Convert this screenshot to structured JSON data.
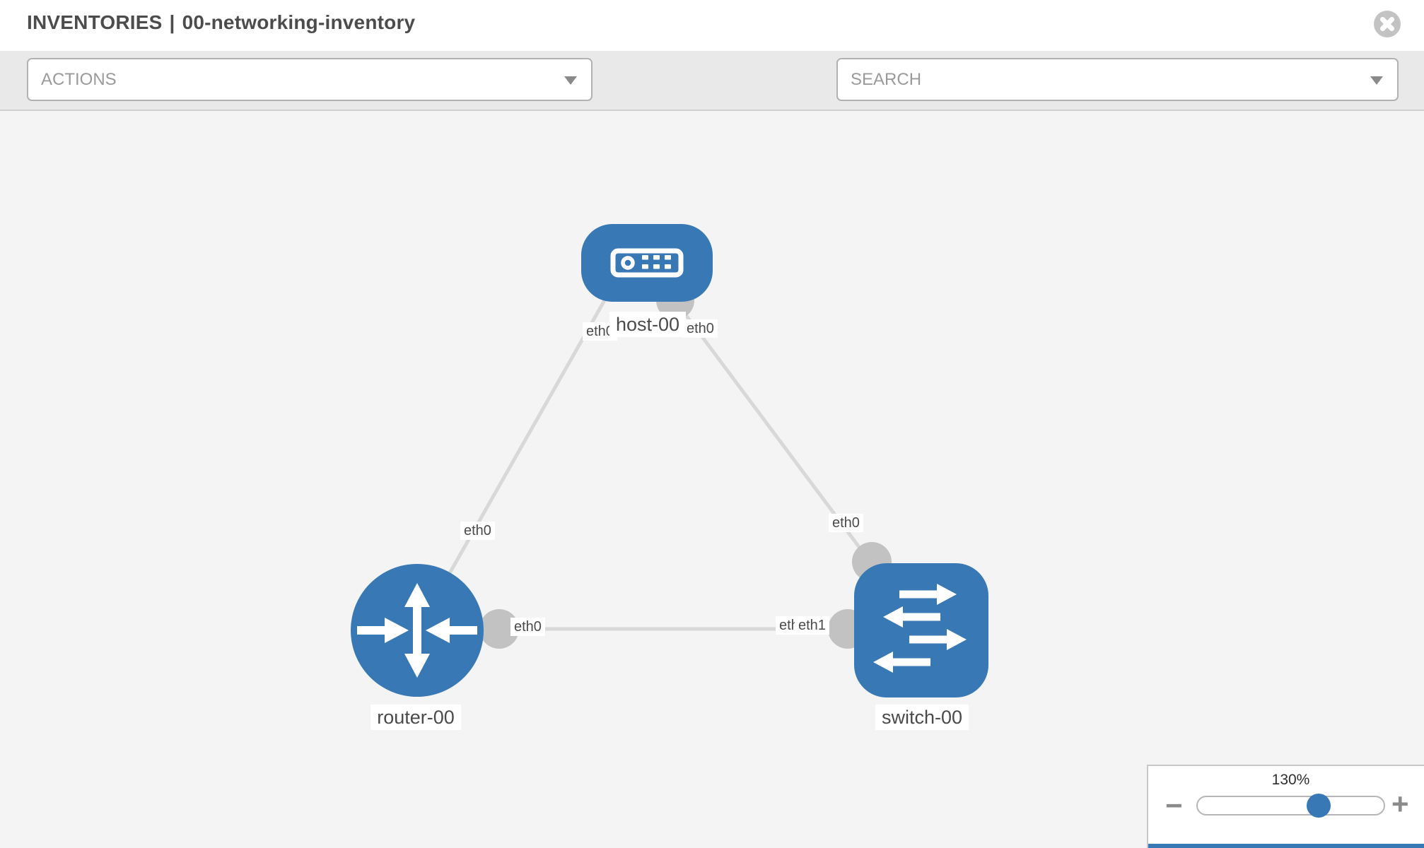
{
  "header": {
    "section": "INVENTORIES",
    "separator": "|",
    "inventory_name": "00-networking-inventory"
  },
  "toolbar": {
    "actions_label": "ACTIONS",
    "search_label": "SEARCH"
  },
  "topology": {
    "nodes": [
      {
        "id": "host-00",
        "type": "host",
        "label": "host-00"
      },
      {
        "id": "router-00",
        "type": "router",
        "label": "router-00"
      },
      {
        "id": "switch-00",
        "type": "switch",
        "label": "switch-00"
      }
    ],
    "links": [
      {
        "from": "router-00",
        "to": "host-00",
        "from_interface": "eth0",
        "to_interface": "eth0"
      },
      {
        "from": "switch-00",
        "to": "host-00",
        "from_interface": "eth0",
        "to_interface": "eth0"
      },
      {
        "from": "router-00",
        "to": "switch-00",
        "from_interface": "eth0",
        "to_interface": "eth1"
      }
    ],
    "interface_labels": {
      "host_left": "eth0",
      "host_right": "eth0",
      "router_top": "eth0",
      "switch_top": "eth0",
      "router_right": "eth0",
      "switch_left_back": "eth0",
      "switch_left_front": "eth1"
    }
  },
  "zoom_control": {
    "level": "130%",
    "minus": "−",
    "plus": "+",
    "slider_percent": 65
  },
  "colors": {
    "node_blue": "#3878b4",
    "link_gray": "#d8d8d8",
    "connector_gray": "#c2c2c2",
    "canvas_bg": "#f4f4f4",
    "toolbar_bg": "#e9e9e9",
    "label_text": "#4a4a4a"
  }
}
